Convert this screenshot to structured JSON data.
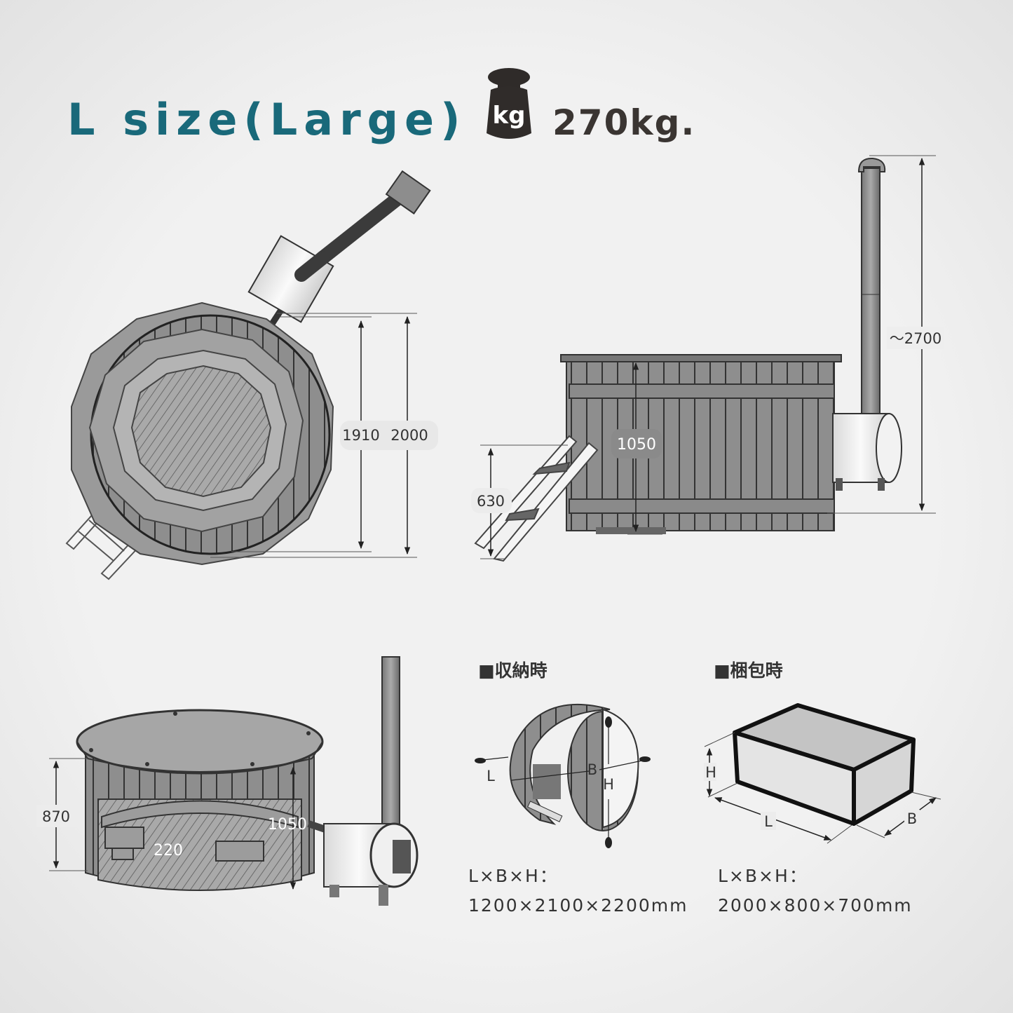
{
  "header": {
    "title": "L size(Large)",
    "weight_icon_label": "kg",
    "weight": "270kg."
  },
  "top_view": {
    "inner_diameter": "1910",
    "outer_diameter": "2000"
  },
  "side_view": {
    "total_height": "～2700",
    "tub_height": "1050",
    "step_height": "630"
  },
  "cutaway_view": {
    "outer_height": "870",
    "tub_height": "1050",
    "bench_height": "220"
  },
  "storage": {
    "heading": "■収納時",
    "label_l": "L",
    "label_b": "B",
    "label_h": "H",
    "formula": "L×B×H：",
    "dimensions": "1200×2100×2200mm"
  },
  "packing": {
    "heading": "■梱包時",
    "label_l": "L",
    "label_b": "B",
    "label_h": "H",
    "formula": "L×B×H：",
    "dimensions": "2000×800×700mm"
  },
  "colors": {
    "title": "#19697a",
    "text": "#333333",
    "wood": "#8a8a8a",
    "dark": "#2e2e2e"
  }
}
